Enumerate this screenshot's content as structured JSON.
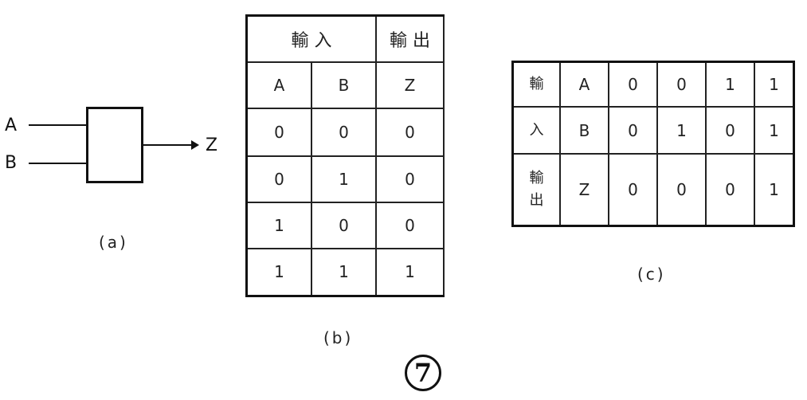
{
  "diagram_a": {
    "input_a": "A",
    "input_b": "B",
    "output_z": "Z",
    "caption": "(a)"
  },
  "table_b": {
    "header_input": "輸 入",
    "header_output": "輸 出",
    "columns": [
      "A",
      "B",
      "Z"
    ],
    "rows": [
      [
        "0",
        "0",
        "0"
      ],
      [
        "0",
        "1",
        "0"
      ],
      [
        "1",
        "0",
        "0"
      ],
      [
        "1",
        "1",
        "1"
      ]
    ],
    "caption": "(b)"
  },
  "table_c": {
    "side_input_top": "輸",
    "side_input_bottom": "入",
    "side_output_top": "輸",
    "side_output_bottom": "出",
    "rows": [
      {
        "label": "A",
        "values": [
          "0",
          "0",
          "1",
          "1"
        ]
      },
      {
        "label": "B",
        "values": [
          "0",
          "1",
          "0",
          "1"
        ]
      },
      {
        "label": "Z",
        "values": [
          "0",
          "0",
          "0",
          "1"
        ]
      }
    ],
    "caption": "(c)"
  },
  "figure_number": "7"
}
